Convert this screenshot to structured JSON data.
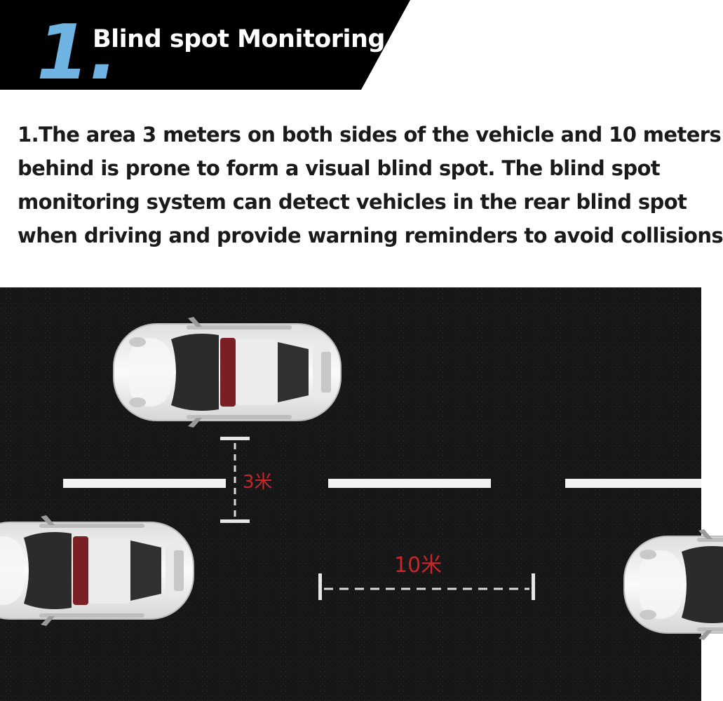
{
  "banner": {
    "step_number": "1.",
    "title": "Blind spot Monitoring"
  },
  "description": {
    "lines": [
      "1.The area 3 meters on both sides of the vehicle and 10 meters",
      "behind is prone to form a visual blind spot. The blind spot",
      "monitoring system can detect vehicles in the rear blind spot",
      "when driving and provide warning reminders to avoid collisions"
    ]
  },
  "scene": {
    "side_distance_label": "3米",
    "rear_distance_label": "10米",
    "colors": {
      "asphalt": "#161616",
      "lane_marking": "#f2f2f2",
      "warning_red": "#c8262a",
      "banner_black": "#000000",
      "banner_number_blue": "#6fb3e3"
    }
  }
}
